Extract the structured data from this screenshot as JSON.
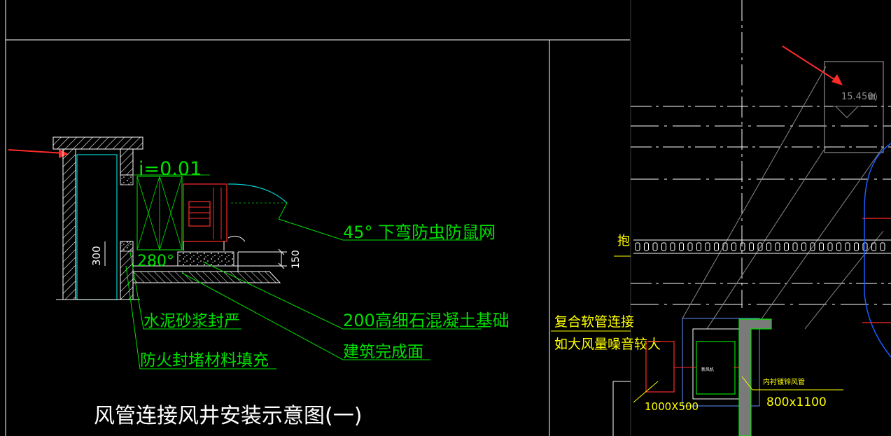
{
  "colors": {
    "background": "#000000",
    "frame": "#ffffff",
    "annotation": "#00e000",
    "detail": "#00c000",
    "fan": "#ff2a2a",
    "duct_cyan": "#00d0d0",
    "yellow": "#ffff00",
    "gray_lines": "#8a8a8a",
    "blue_curve": "#1a5cff",
    "arrow": "#ff2a2a"
  },
  "left_drawing": {
    "slope_label": "i=0.01",
    "angle_label": "280° ",
    "dim_vertical": "300",
    "dim_150": "150",
    "note_45deg": "45° 下弯防虫防鼠网",
    "note_cement": "水泥砂浆封严",
    "note_fireproof": "防火封堵材料填充",
    "note_base": "200高细石混凝土基础",
    "note_finish": "建筑完成面",
    "title": "风管连接风井安装示意图(一)"
  },
  "right_drawing": {
    "elevation": "15.450(",
    "elevation_suffix": "管)",
    "label_partial": "抱",
    "note_soft_joint": "复合软管连接",
    "note_noise": "如大风量噪音较大",
    "size_left": "1000X500",
    "size_right": "800x1100",
    "small_label": "内衬镀锌风管",
    "box_label": "新风机"
  }
}
